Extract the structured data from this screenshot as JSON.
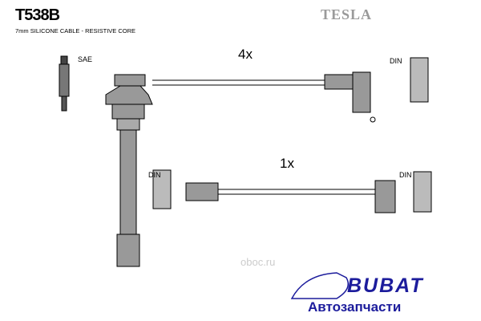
{
  "header": {
    "part_number": "T538B",
    "description": "7mm SILICONE CABLE - RESISTIVE CORE",
    "brand": "TESLA"
  },
  "labels": {
    "sae": "SAE",
    "din": "DIN",
    "qty_top": "4x",
    "qty_bottom": "1x"
  },
  "watermark": "oboc.ru",
  "logo": {
    "name": "BUBAT",
    "tagline": "Автозапчасти",
    "color": "#1c1c9c"
  }
}
